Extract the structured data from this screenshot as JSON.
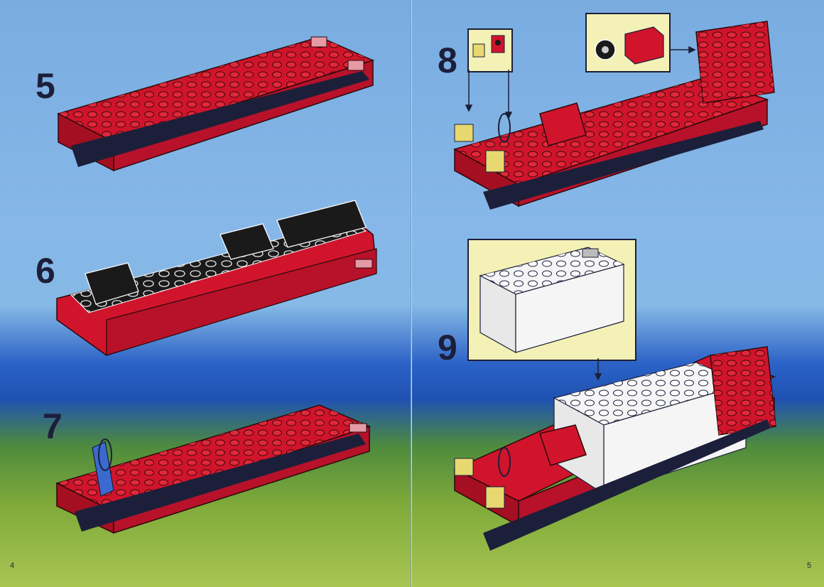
{
  "left_page": {
    "page_number": "4",
    "steps": [
      {
        "number": "5"
      },
      {
        "number": "6"
      },
      {
        "number": "7"
      }
    ]
  },
  "right_page": {
    "page_number": "5",
    "steps": [
      {
        "number": "8"
      },
      {
        "number": "9"
      }
    ]
  },
  "colors": {
    "sky": "#86b7e8",
    "sea": "#1f52b2",
    "grass": "#7faa3a",
    "brick_red": "#d0142c",
    "plate_black": "#1a1a1a",
    "brick_white": "#f5f5f5",
    "brick_yellow": "#e8d870",
    "callout_bg": "#f3f1b6",
    "text": "#1c1f3a"
  }
}
